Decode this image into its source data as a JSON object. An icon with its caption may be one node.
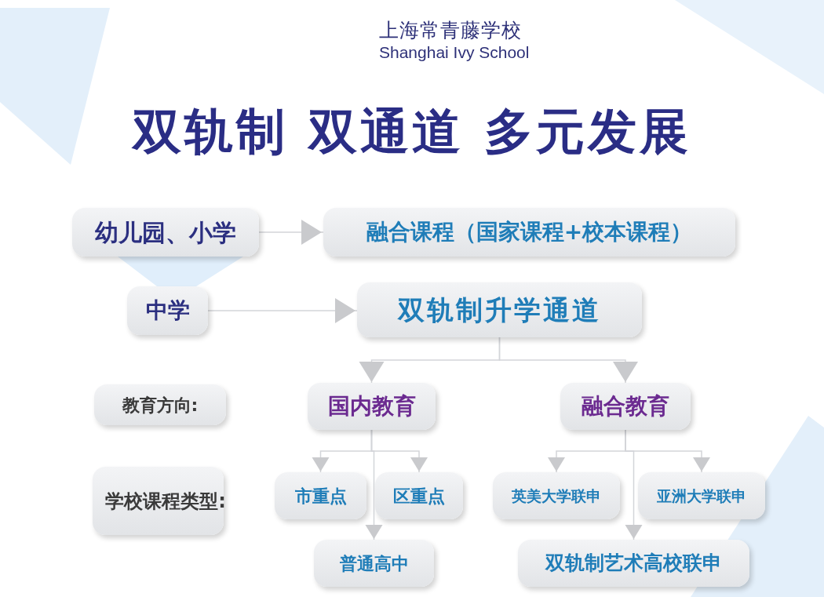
{
  "diagram": {
    "title": "双轨制 双通道 多元发展",
    "nodes": [
      {
        "text": [
          "幼儿园、小学"
        ]
      },
      {
        "text": [
          "融合课程（国家课程+校本课程）"
        ]
      },
      {
        "text": [
          "中学"
        ]
      },
      {
        "text": [
          "双轨制升学通道"
        ]
      },
      {
        "text": [
          "教育方向:"
        ]
      },
      {
        "text": [
          "国内教育"
        ]
      },
      {
        "text": [
          "融合教育"
        ]
      },
      {
        "text": [
          "学校课程类型:"
        ]
      },
      {
        "text": [
          "市重点"
        ]
      },
      {
        "text": [
          "区重点"
        ]
      },
      {
        "text": [
          "英美大学联申"
        ]
      },
      {
        "text": [
          "亚洲大学联申"
        ]
      },
      {
        "text": [
          "普通高中"
        ]
      },
      {
        "text": [
          "双轨制艺术高校联申"
        ]
      }
    ],
    "edges": [
      {
        "from": 0,
        "to": 1,
        "arrow": "to"
      },
      {
        "from": 2,
        "to": 3,
        "arrow": "to"
      },
      {
        "from": 3,
        "to": 5,
        "arrow": "to"
      },
      {
        "from": 3,
        "to": 6,
        "arrow": "to"
      },
      {
        "from": 5,
        "to": 8,
        "arrow": "to"
      },
      {
        "from": 5,
        "to": 9,
        "arrow": "to"
      },
      {
        "from": 5,
        "to": 12,
        "arrow": "to"
      },
      {
        "from": 6,
        "to": 10,
        "arrow": "to"
      },
      {
        "from": 6,
        "to": 11,
        "arrow": "to"
      },
      {
        "from": 6,
        "to": 13,
        "arrow": "to"
      }
    ],
    "labels": [
      "上海常青藤学校",
      "Shanghai Ivy School"
    ]
  }
}
